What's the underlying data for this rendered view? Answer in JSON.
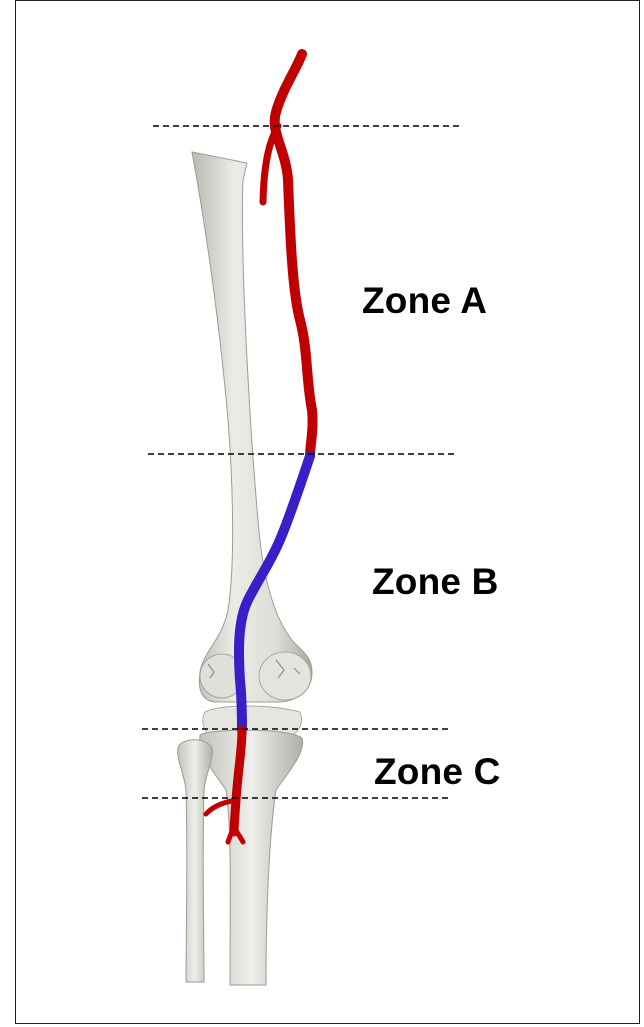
{
  "zones": {
    "a": "Zone A",
    "b": "Zone B",
    "c": "Zone C"
  },
  "colors": {
    "artery_red": "#c00000",
    "artery_blue": "#3a1fc8",
    "bone": "#dcdcd6",
    "bone_shadow": "#a9a9a2",
    "dashed_line": "#000000"
  }
}
